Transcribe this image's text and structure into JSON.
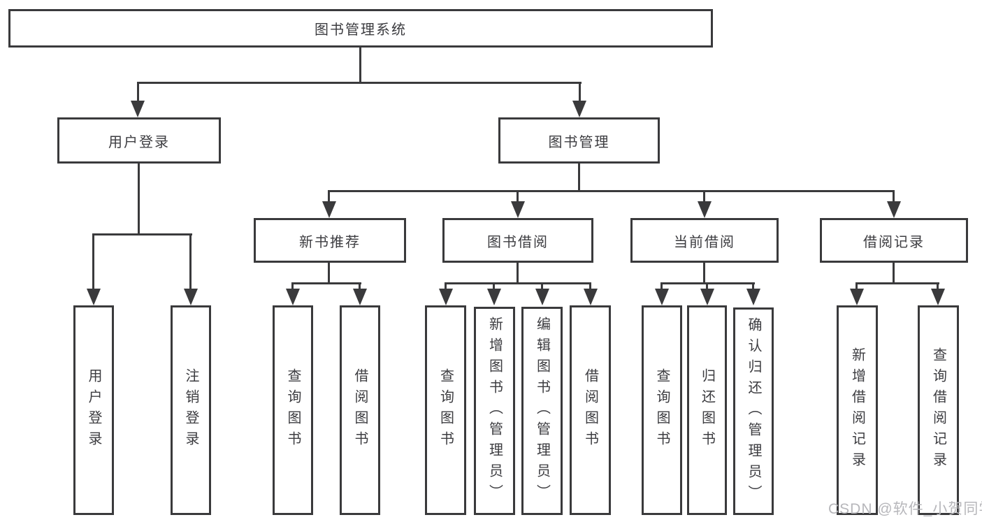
{
  "colors": {
    "line": "#3a3a3c",
    "text": "#3c3c40",
    "watermark": "#b7b7bb",
    "background": "#ffffff"
  },
  "watermark": {
    "text": "CSDN @软件_小贺同学"
  },
  "tree": {
    "label": "图书管理系统",
    "children": [
      {
        "label": "用户登录",
        "children": [
          {
            "label": "用户登录"
          },
          {
            "label": "注销登录"
          }
        ]
      },
      {
        "label": "图书管理",
        "children": [
          {
            "label": "新书推荐",
            "children": [
              {
                "label": "查询图书"
              },
              {
                "label": "借阅图书"
              }
            ]
          },
          {
            "label": "图书借阅",
            "children": [
              {
                "label": "查询图书"
              },
              {
                "label": "新增图书（管理员）"
              },
              {
                "label": "编辑图书（管理员）"
              },
              {
                "label": "借阅图书"
              }
            ]
          },
          {
            "label": "当前借阅",
            "children": [
              {
                "label": "查询图书"
              },
              {
                "label": "归还图书"
              },
              {
                "label": "确认归还（管理员）"
              }
            ]
          },
          {
            "label": "借阅记录",
            "children": [
              {
                "label": "新增借阅记录"
              },
              {
                "label": "查询借阅记录"
              }
            ]
          }
        ]
      }
    ]
  }
}
